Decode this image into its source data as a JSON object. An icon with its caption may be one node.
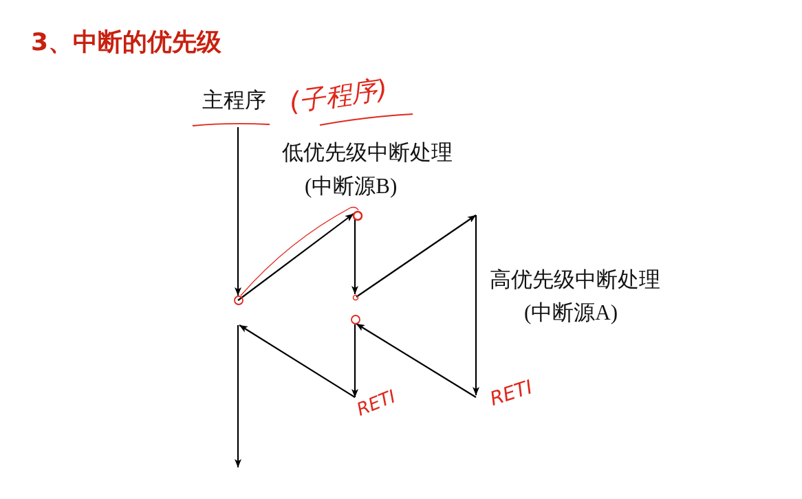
{
  "diagram": {
    "title": "3、中断的优先级",
    "labels": [
      "主程序",
      "(子程序)",
      "低优先级中断处理",
      "(中断源B)",
      "高优先级中断处理",
      "(中断源A)",
      "RETI",
      "RETI"
    ]
  }
}
